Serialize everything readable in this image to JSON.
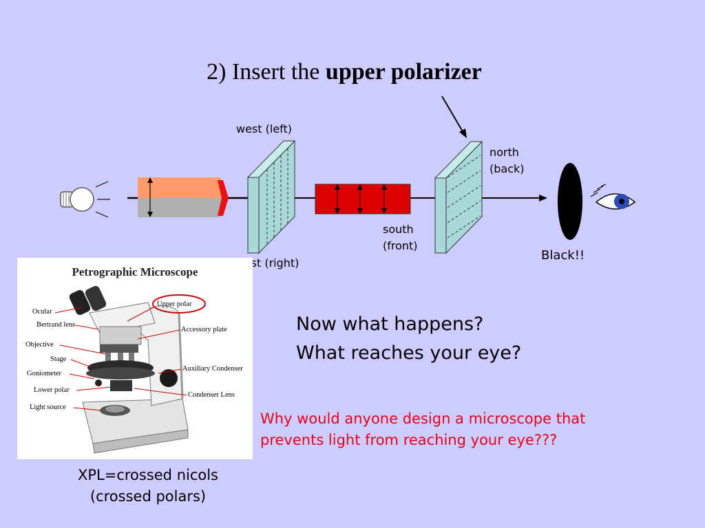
{
  "title": {
    "prefix": "2) Insert the ",
    "bold": "upper polarizer"
  },
  "diagram": {
    "labels": {
      "west": "west (left)",
      "east": "east (right)",
      "north_line1": "north",
      "north_line2": "(back)",
      "south_line1": "south",
      "south_line2": "(front)",
      "result": "Black!!"
    }
  },
  "microscope": {
    "title": "Petrographic Microscope",
    "left_labels": [
      "Ocular",
      "Bertrand lens",
      "Objective",
      "Stage",
      "Goniometer",
      "Lower polar",
      "Light source"
    ],
    "right_labels": [
      "Upper polar",
      "Accessory plate",
      "Auxiliary Condenser",
      "Condenser Lens"
    ]
  },
  "question": {
    "line1": "Now what happens?",
    "line2": "What reaches your eye?"
  },
  "red_question": {
    "line1": "Why would anyone design a microscope that",
    "line2": "prevents light from reaching your eye???"
  },
  "caption": {
    "line1": "XPL=crossed nicols",
    "line2": "(crossed polars)"
  },
  "colors": {
    "background": "#ccccff",
    "red_text": "#e6001a",
    "polarizer": "#a8d8d8",
    "sample": "#dd0000",
    "lens": "#000000"
  }
}
